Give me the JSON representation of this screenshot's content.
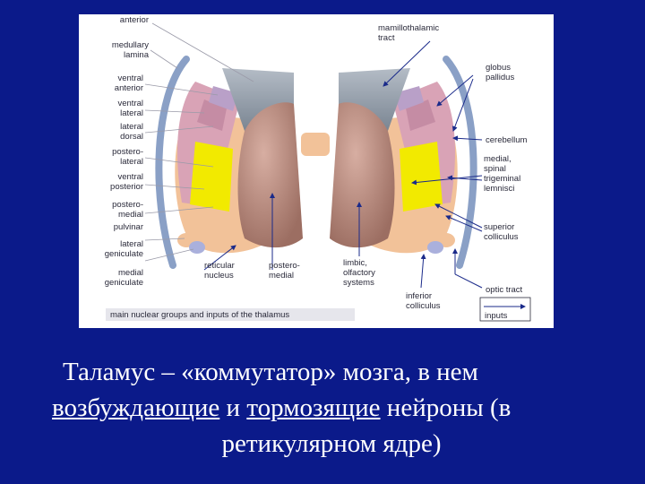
{
  "figure": {
    "labels_left": {
      "anterior": "anterior",
      "medullary": "medullary",
      "lamina": "lamina",
      "ventral_anterior_1": "ventral",
      "ventral_anterior_2": "anterior",
      "ventral_lateral_1": "ventral",
      "ventral_lateral_2": "lateral",
      "lateral_dorsal_1": "lateral",
      "lateral_dorsal_2": "dorsal",
      "postero_lateral_1": "postero-",
      "postero_lateral_2": "lateral",
      "ventral_posterior_1": "ventral",
      "ventral_posterior_2": "posterior",
      "postero_medial_1": "postero-",
      "postero_medial_2": "medial",
      "pulvinar": "pulvinar",
      "lateral_geniculate_1": "lateral",
      "lateral_geniculate_2": "geniculate",
      "medial_geniculate_1": "medial",
      "medial_geniculate_2": "geniculate"
    },
    "labels_bottom": {
      "reticular_1": "reticular",
      "reticular_2": "nucleus",
      "posteromedial_1": "postero-",
      "posteromedial_2": "medial",
      "limbic_1": "limbic,",
      "limbic_2": "olfactory",
      "limbic_3": "systems",
      "inferior_1": "inferior",
      "inferior_2": "colliculus"
    },
    "labels_right": {
      "mamillothalamic_1": "mamillothalamic",
      "mamillothalamic_2": "tract",
      "globus_1": "globus",
      "globus_2": "pallidus",
      "cerebellum": "cerebellum",
      "medial_spinal_1": "medial,",
      "medial_spinal_2": "spinal",
      "medial_spinal_3": "trigeminal",
      "medial_spinal_4": "lemnisci",
      "superior_1": "superior",
      "superior_2": "colliculus",
      "optic_tract": "optic tract"
    },
    "caption": "main nuclear groups and inputs of the thalamus",
    "legend_inputs": "inputs"
  },
  "slide": {
    "line1": "Таламус – «коммутатор» мозга, в нем",
    "line2_u1": "возбуждающие",
    "line2_mid": " и ",
    "line2_u2": "тормозящие",
    "line2_end": " нейроны (в",
    "line3": "ретикулярном ядре)"
  },
  "colors": {
    "background": "#0b1a8a",
    "gray_nucleus": "#8e98a4",
    "brown_nucleus": "#b98a7e",
    "pink": "#d9a3b6",
    "orange": "#f2c299",
    "yellow": "#f2ea00",
    "blue_arc": "#8aa0c6"
  }
}
